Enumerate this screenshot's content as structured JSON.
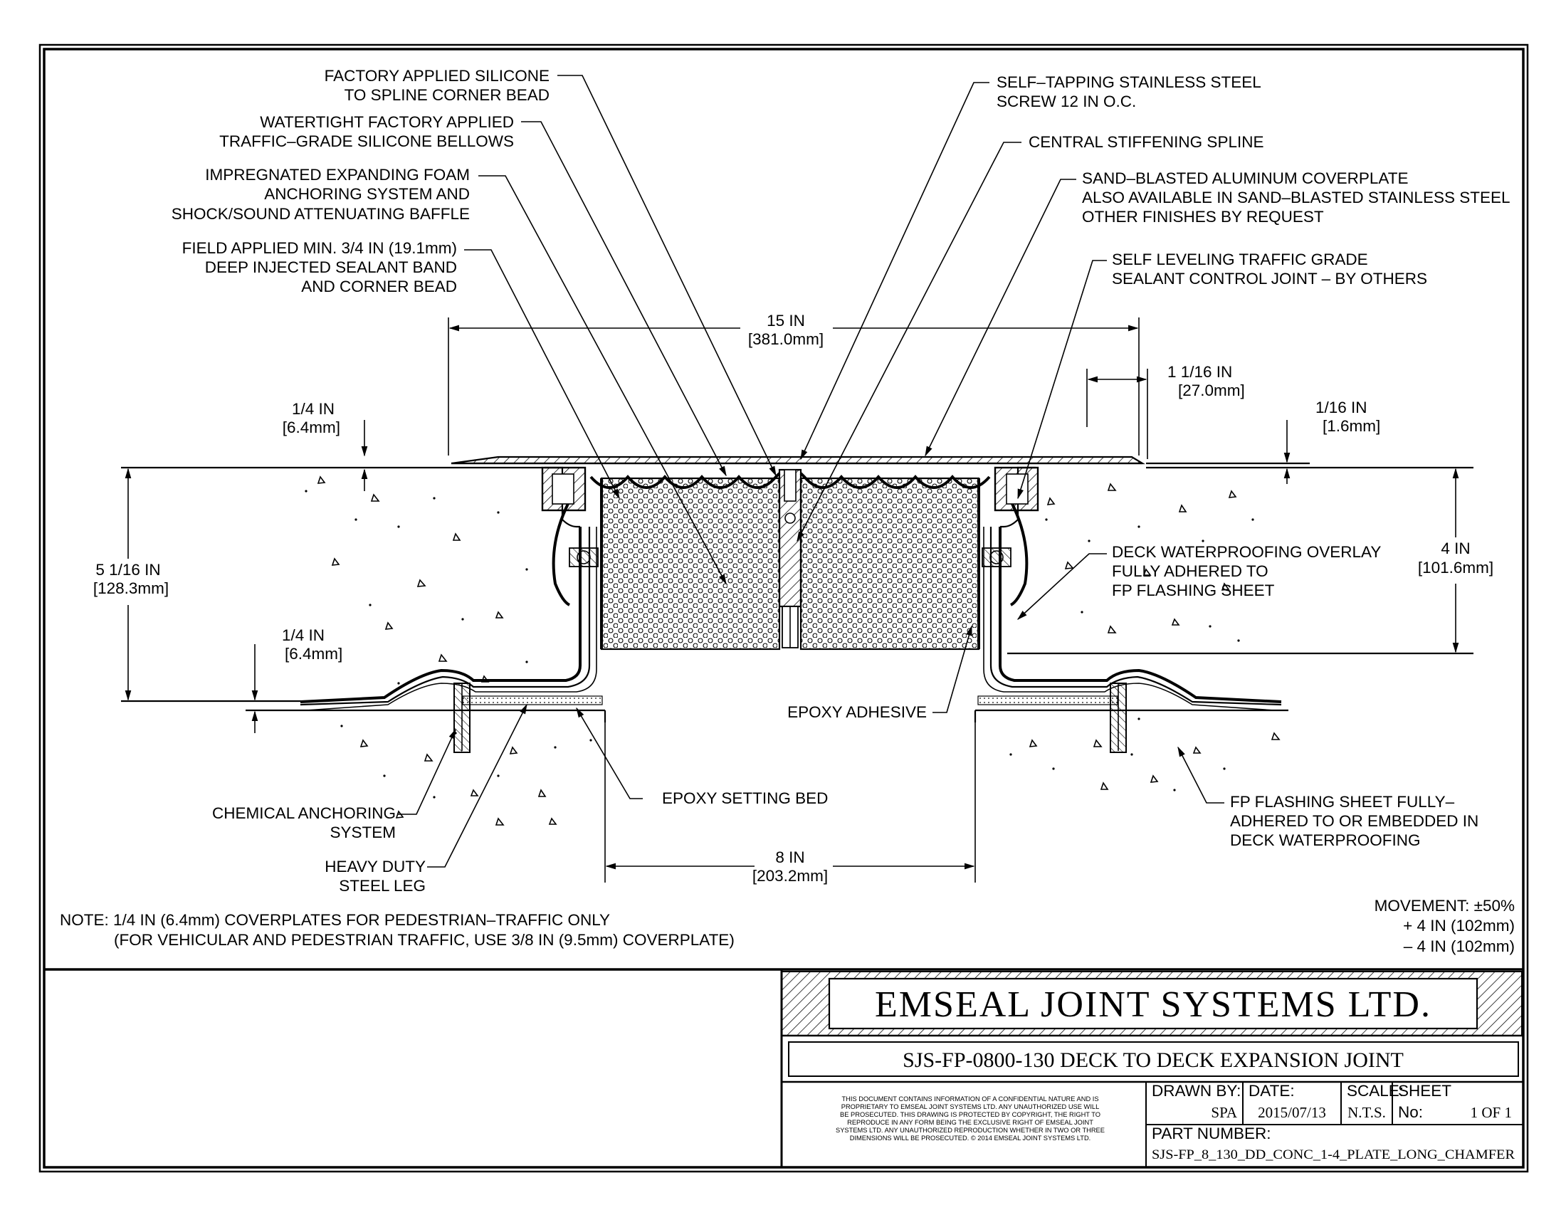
{
  "labels": {
    "silicone_bead": [
      "FACTORY APPLIED SILICONE",
      "TO SPLINE CORNER BEAD"
    ],
    "bellows": [
      "WATERTIGHT FACTORY APPLIED",
      "TRAFFIC–GRADE SILICONE BELLOWS"
    ],
    "foam": [
      "IMPREGNATED EXPANDING FOAM",
      "ANCHORING SYSTEM AND",
      "SHOCK/SOUND ATTENUATING BAFFLE"
    ],
    "sealant_band": [
      "FIELD APPLIED MIN. 3/4 IN (19.1mm)",
      "DEEP INJECTED SEALANT BAND",
      "AND CORNER BEAD"
    ],
    "screw": [
      "SELF–TAPPING STAINLESS STEEL",
      "SCREW 12 IN O.C."
    ],
    "spline": [
      "CENTRAL STIFFENING SPLINE"
    ],
    "coverplate": [
      "SAND–BLASTED ALUMINUM COVERPLATE",
      "ALSO AVAILABLE IN SAND–BLASTED STAINLESS STEEL",
      "OTHER FINISHES BY REQUEST"
    ],
    "sealant_joint": [
      "SELF LEVELING TRAFFIC GRADE",
      "SEALANT CONTROL JOINT – BY OTHERS"
    ],
    "overlay": [
      "DECK WATERPROOFING OVERLAY",
      "FULLY ADHERED TO",
      "FP FLASHING SHEET"
    ],
    "epoxy_adhesive": "EPOXY ADHESIVE",
    "epoxy_bed": "EPOXY SETTING BED",
    "anchoring": [
      "CHEMICAL ANCHORING",
      "SYSTEM"
    ],
    "steel_leg": [
      "HEAVY DUTY",
      "STEEL LEG"
    ],
    "flashing": [
      "FP FLASHING SHEET FULLY–",
      "ADHERED TO OR EMBEDDED IN",
      "DECK WATERPROOFING"
    ]
  },
  "dimensions": {
    "width_total": [
      "15 IN",
      "[381.0mm]"
    ],
    "right_offset": [
      "1 1/16 IN",
      "[27.0mm]"
    ],
    "left_plate": [
      "1/4 IN",
      "[6.4mm]"
    ],
    "right_plate": [
      "1/16 IN",
      "[1.6mm]"
    ],
    "depth_left": [
      "5 1/16 IN",
      "[128.3mm]"
    ],
    "depth_right": [
      "4 IN",
      "[101.6mm]"
    ],
    "flange": [
      "1/4 IN",
      "[6.4mm]"
    ],
    "gap": [
      "8 IN",
      "[203.2mm]"
    ]
  },
  "note": [
    "NOTE: 1/4 IN (6.4mm) COVERPLATES FOR PEDESTRIAN–TRAFFIC ONLY",
    "(FOR VEHICULAR AND PEDESTRIAN TRAFFIC, USE 3/8 IN (9.5mm) COVERPLATE)"
  ],
  "movement": [
    "MOVEMENT: ±50%",
    "+ 4 IN (102mm)",
    "– 4 IN (102mm)"
  ],
  "title_block": {
    "company": "EMSEAL JOINT SYSTEMS LTD.",
    "drawing_title": "SJS-FP-0800-130 DECK TO DECK EXPANSION JOINT",
    "disclaimer": [
      "THIS DOCUMENT CONTAINS INFORMATION OF A CONFIDENTIAL NATURE AND IS",
      "PROPRIETARY TO EMSEAL JOINT SYSTEMS LTD. ANY UNAUTHORIZED USE WILL",
      "BE PROSECUTED. THIS DRAWING IS PROTECTED BY COPYRIGHT, THE RIGHT TO",
      "REPRODUCE IN ANY FORM BEING THE EXCLUSIVE RIGHT OF EMSEAL JOINT",
      "SYSTEMS LTD. ANY UNAUTHORIZED REPRODUCTION WHETHER IN TWO OR THREE",
      "DIMENSIONS WILL BE PROSECUTED. © 2014 EMSEAL JOINT SYSTEMS LTD."
    ],
    "drawn_by_label": "DRAWN BY:",
    "drawn_by": "SPA",
    "date_label": "DATE:",
    "date": "2015/07/13",
    "scale_label": "SCALE:",
    "scale": "N.T.S.",
    "sheet_label": "SHEET",
    "sheet_no_label": "No:",
    "sheet": "1 OF 1",
    "part_number_label": "PART NUMBER:",
    "part_number": "SJS-FP_8_130_DD_CONC_1-4_PLATE_LONG_CHAMFER"
  }
}
